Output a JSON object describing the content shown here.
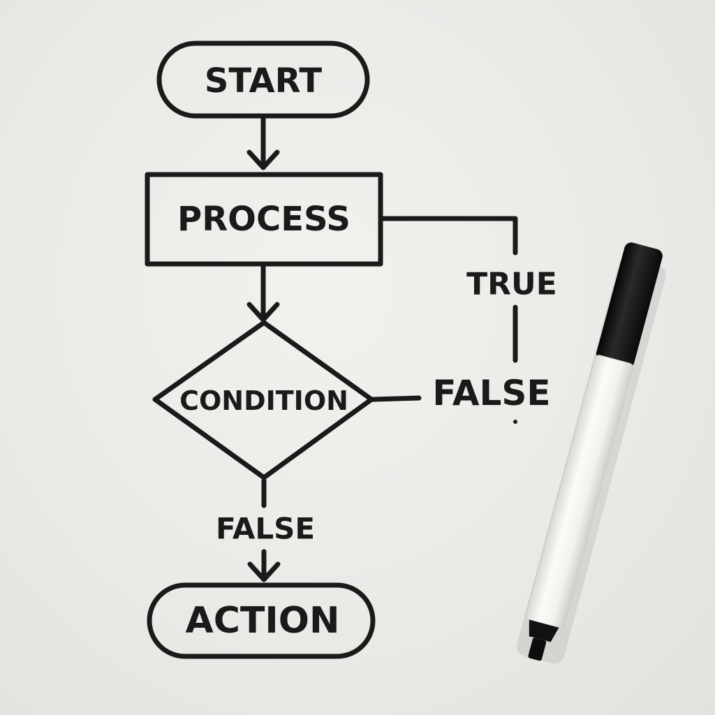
{
  "nodes": {
    "start": "START",
    "process": "PROCESS",
    "condition": "CONDITION",
    "action": "ACTION"
  },
  "edge_labels": {
    "true_branch": "TRUE",
    "false_branch_right": "FALSE",
    "false_branch_down": "FALSE"
  },
  "object": "marker-pen",
  "colors": {
    "ink": "#1a1a1a",
    "board": "#ecebe8",
    "marker_body": "#f4f4f2",
    "marker_cap": "#151515"
  }
}
